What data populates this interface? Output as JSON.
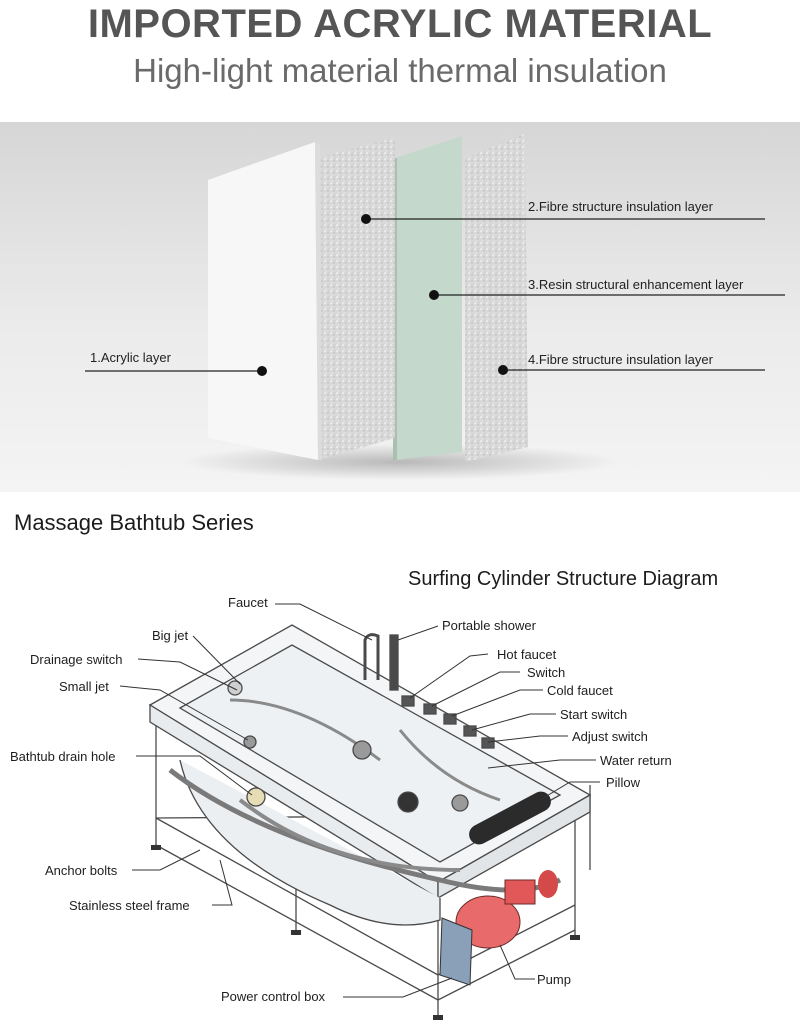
{
  "header": {
    "title": "IMPORTED ACRYLIC MATERIAL",
    "subtitle": "High-light material thermal insulation"
  },
  "layers": {
    "acrylic": "1.Acrylic layer",
    "fibre_top": "2.Fibre structure insulation layer",
    "resin": "3.Resin structural enhancement layer",
    "fibre_bottom": "4.Fibre structure insulation layer"
  },
  "diagram": {
    "series_title": "Massage Bathtub Series",
    "structure_title": "Surfing Cylinder Structure Diagram",
    "labels": {
      "faucet": "Faucet",
      "portable_shower": "Portable shower",
      "big_jet": "Big jet",
      "drainage_switch": "Drainage switch",
      "hot_faucet": "Hot faucet",
      "switch": "Switch",
      "small_jet": "Small jet",
      "cold_faucet": "Cold faucet",
      "start_switch": "Start switch",
      "adjust_switch": "Adjust switch",
      "bathtub_drain_hole": "Bathtub drain hole",
      "water_return": "Water return",
      "pillow": "Pillow",
      "anchor_bolts": "Anchor bolts",
      "stainless_steel_frame": "Stainless steel frame",
      "pump": "Pump",
      "power_control_box": "Power control box"
    }
  },
  "colors": {
    "panel_top": "#d6d6d6",
    "acrylic_sheet": "#f7f7f7",
    "fibre_sheet": "#d9d9d9",
    "resin_sheet": "#c4d8cb",
    "pump": "#e86a6a",
    "pillow": "#2b2b2b"
  }
}
